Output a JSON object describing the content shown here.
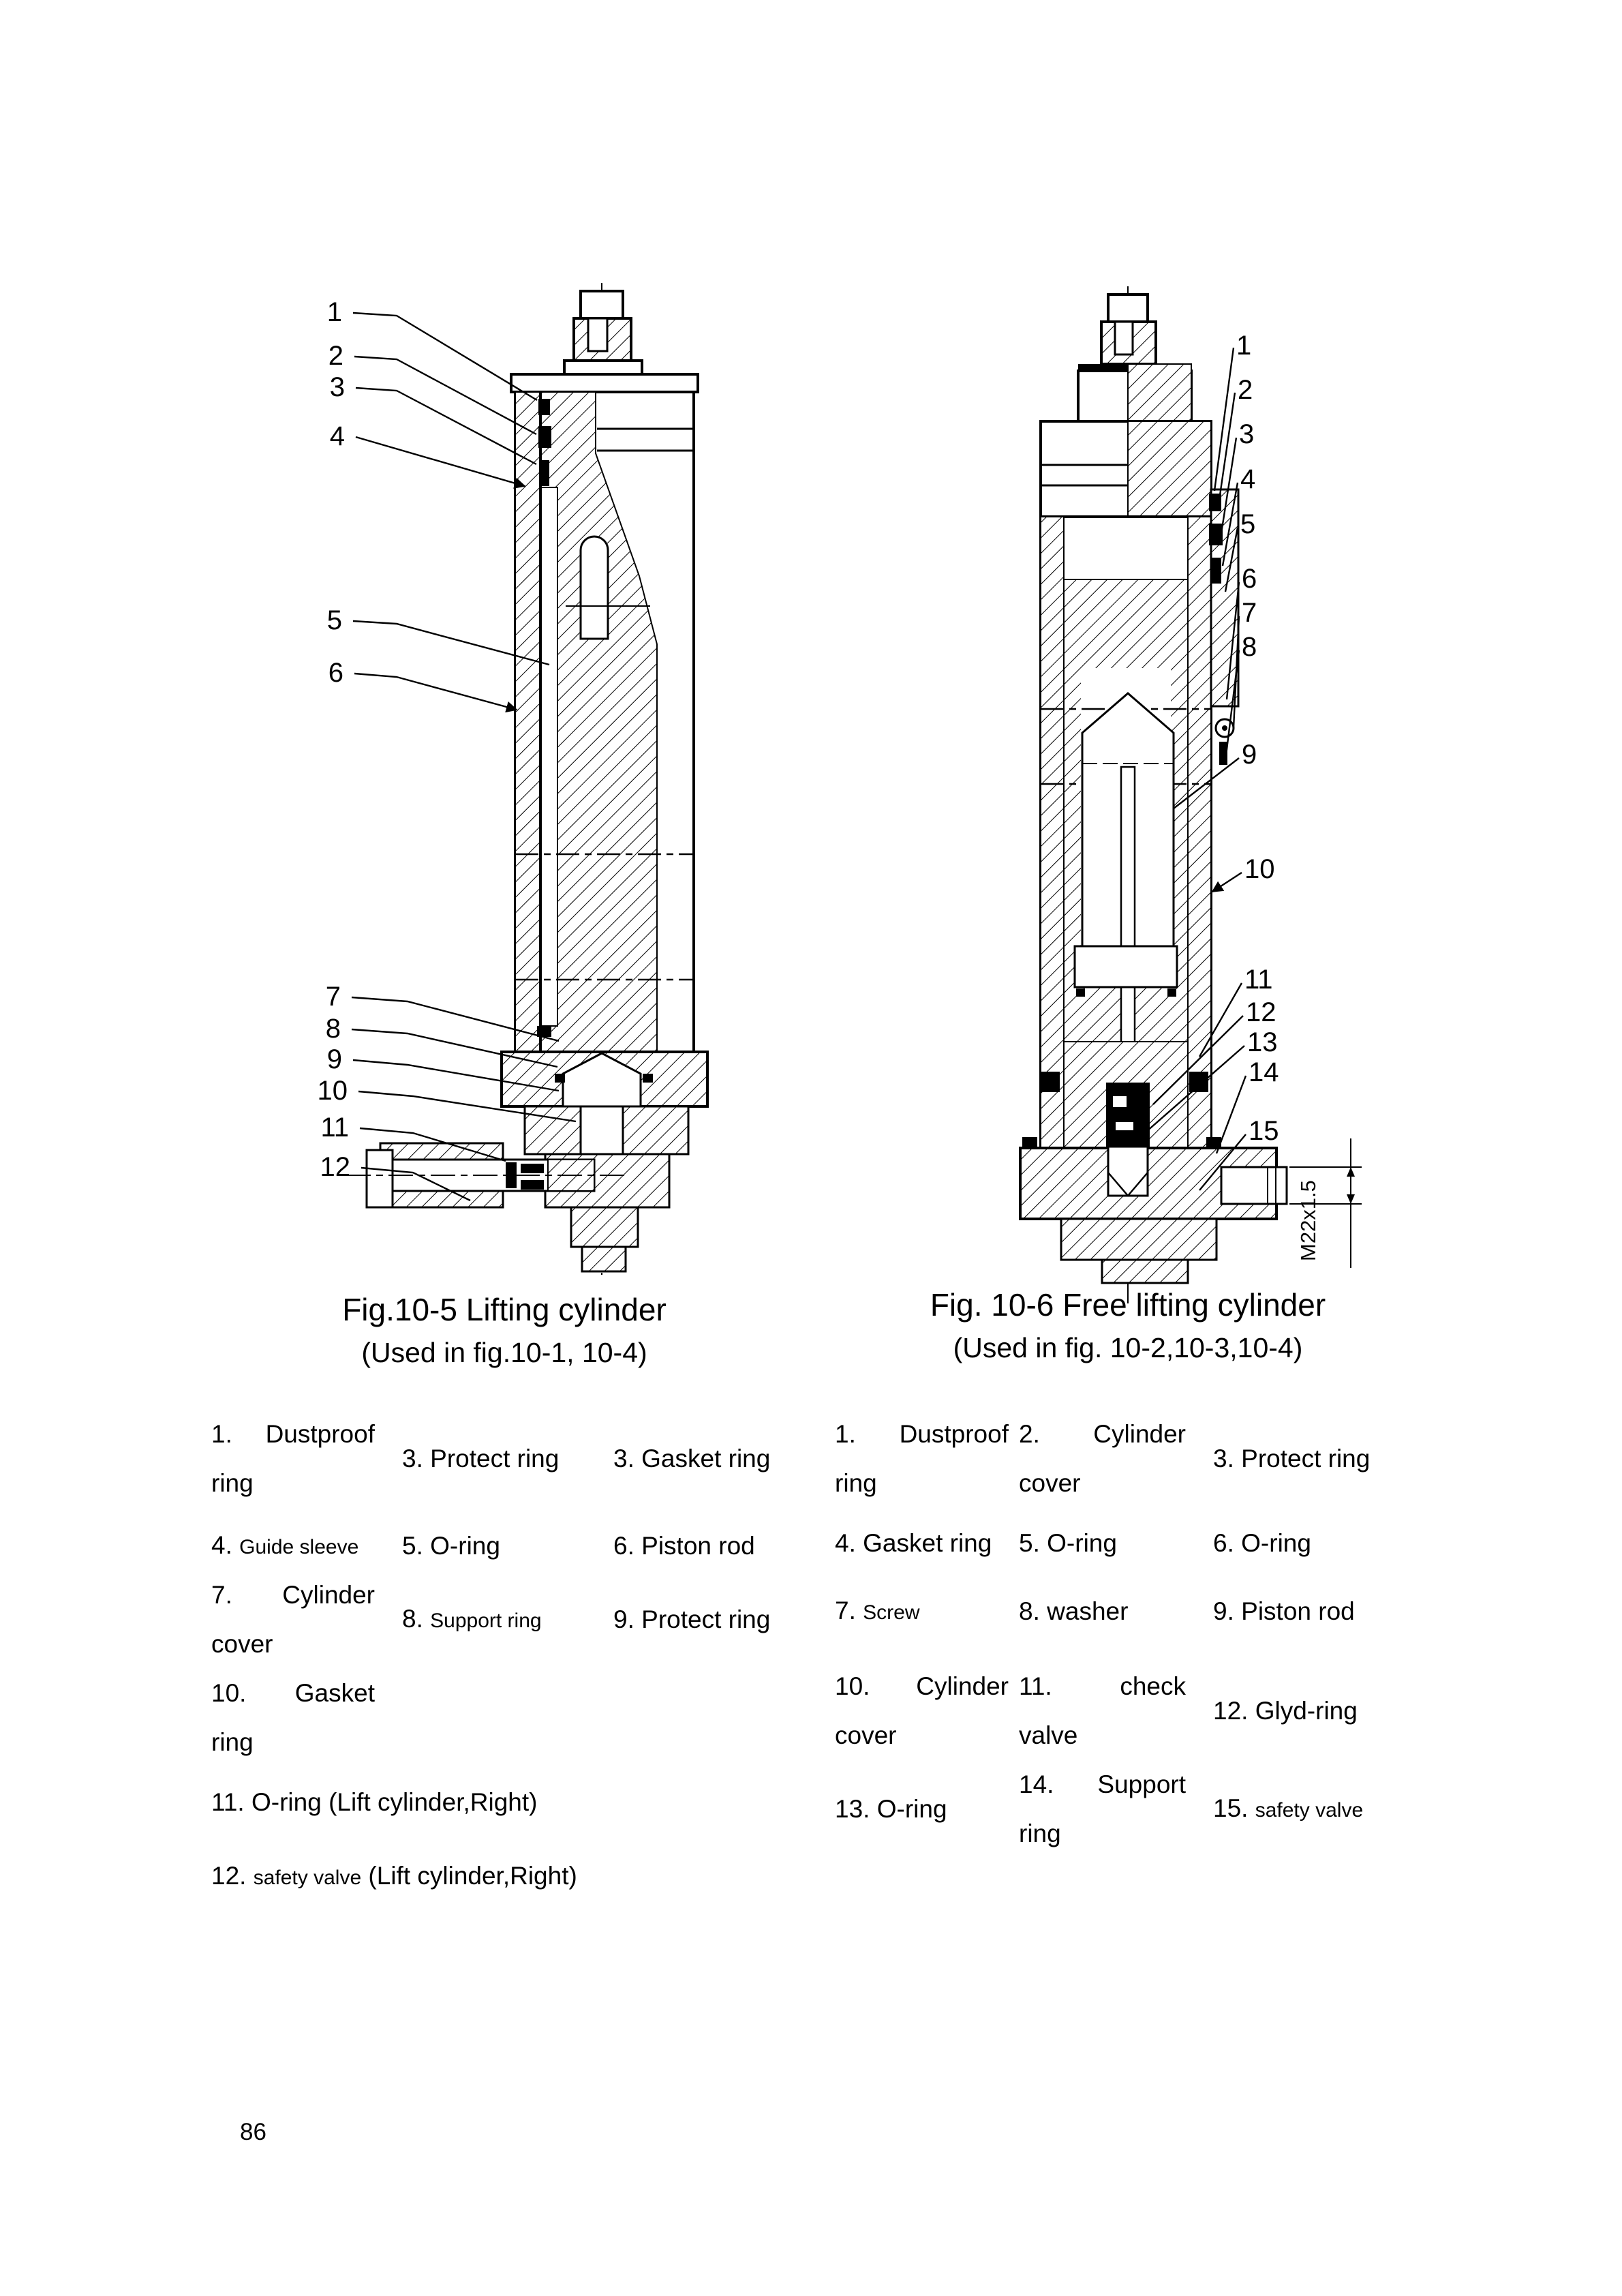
{
  "page": {
    "number": "86"
  },
  "figures": {
    "left": {
      "caption_line1": "Fig.10-5 Lifting cylinder",
      "caption_line2": "(Used in fig.10-1, 10-4)",
      "callouts": [
        "1",
        "2",
        "3",
        "4",
        "5",
        "6",
        "7",
        "8",
        "9",
        "10",
        "11",
        "12"
      ]
    },
    "right": {
      "caption_line1": "Fig. 10-6 Free lifting cylinder",
      "caption_line2": "(Used in fig. 10-2,10-3,10-4)",
      "callouts": [
        "1",
        "2",
        "3",
        "4",
        "5",
        "6",
        "7",
        "8",
        "9",
        "10",
        "11",
        "12",
        "13",
        "14",
        "15"
      ],
      "dimension_label": "M22x1.5"
    }
  },
  "parts_left": {
    "grid": [
      [
        {
          "num": "1.",
          "name": "Dustproof ring"
        },
        {
          "num": "3.",
          "name": "Protect ring"
        },
        {
          "num": "3.",
          "name": "Gasket ring"
        }
      ],
      [
        {
          "num": "4.",
          "name": "Guide sleeve"
        },
        {
          "num": "5.",
          "name": "O-ring"
        },
        {
          "num": "6.",
          "name": "Piston rod"
        }
      ],
      [
        {
          "num": "7.",
          "name": "Cylinder cover"
        },
        {
          "num": "8.",
          "name": "Support ring"
        },
        {
          "num": "9.",
          "name": "Protect ring"
        }
      ],
      [
        {
          "num": "10.",
          "name": "Gasket ring"
        }
      ]
    ],
    "extra": [
      {
        "num": "11.",
        "name": "O-ring",
        "suffix": "(Lift cylinder,Right)"
      },
      {
        "num": "12.",
        "name": "safety valve",
        "suffix": "(Lift cylinder,Right)"
      }
    ]
  },
  "parts_right": {
    "grid": [
      [
        {
          "num": "1.",
          "name": "Dustproof ring"
        },
        {
          "num": "2.",
          "name": "Cylinder cover"
        },
        {
          "num": "3.",
          "name": "Protect ring"
        }
      ],
      [
        {
          "num": "4.",
          "name": "Gasket ring"
        },
        {
          "num": "5.",
          "name": "O-ring"
        },
        {
          "num": "6.",
          "name": "O-ring"
        }
      ],
      [
        {
          "num": "7.",
          "name": "Screw"
        },
        {
          "num": "8.",
          "name": "washer"
        },
        {
          "num": "9.",
          "name": "Piston rod"
        }
      ],
      [
        {
          "num": "10.",
          "name": "Cylinder cover"
        },
        {
          "num": "11.",
          "name": "check valve"
        },
        {
          "num": "12.",
          "name": "Glyd-ring"
        }
      ],
      [
        {
          "num": "13.",
          "name": "O-ring"
        },
        {
          "num": "14.",
          "name": "Support ring"
        },
        {
          "num": "15.",
          "name": "safety valve"
        }
      ]
    ]
  }
}
